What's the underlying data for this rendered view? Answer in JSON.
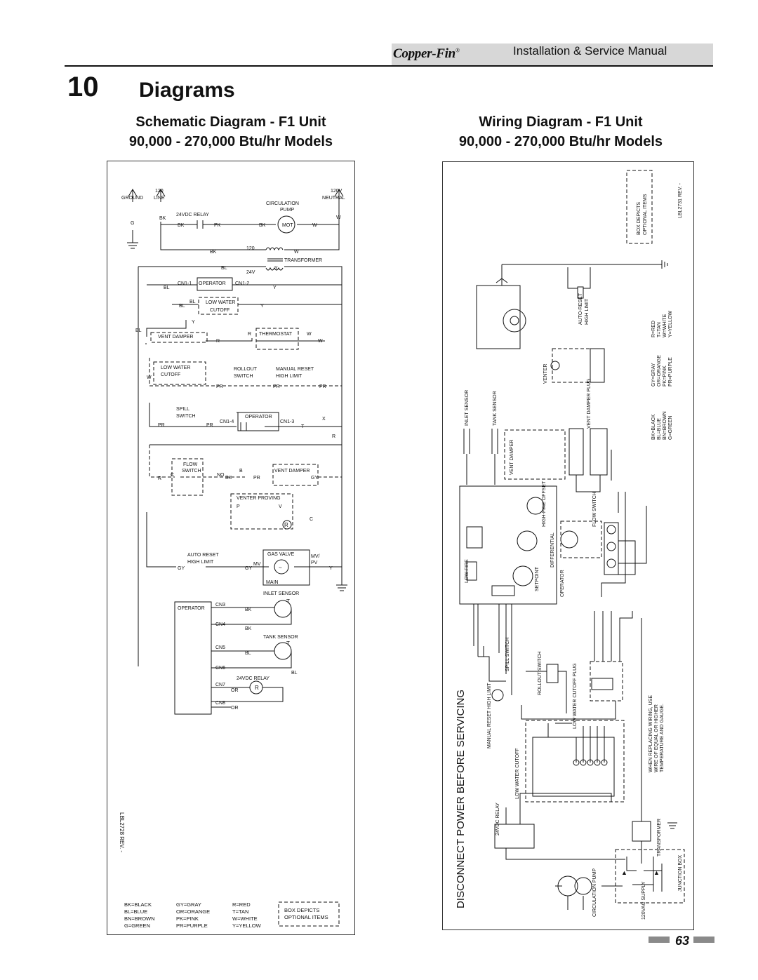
{
  "header": {
    "brand": "Copper-Fin",
    "brand_mark": "®",
    "manual_title": "Installation & Service Manual"
  },
  "section": {
    "number": "10",
    "title": "Diagrams"
  },
  "left": {
    "title_line1": "Schematic Diagram - F1 Unit",
    "title_line2": "90,000 - 270,000 Btu/hr Models",
    "label_id": "LBL2728 REV. -",
    "labels": {
      "v120": "120",
      "line": "LINE",
      "ground": "GROUND",
      "g": "G",
      "v120v": "120V",
      "neutral": "NEUTRAL",
      "circ_pump": "CIRCULATION",
      "pump": "PUMP",
      "relay": "24VDC RELAY",
      "mot": "MOT",
      "transformer": "TRANSFORMER",
      "v24": "24V",
      "operator": "OPERATOR",
      "cn1_1": "CN1-1",
      "cn1_2": "CN1-2",
      "low_water": "LOW WATER",
      "cutoff": "CUTOFF",
      "thermostat": "THERMOSTAT",
      "vent_damper": "VENT DAMPER",
      "rollout": "ROLLOUT",
      "switch": "SWITCH",
      "manual_reset": "MANUAL RESET",
      "high_limit": "HIGH LIMIT",
      "spill": "SPILL",
      "cn1_4": "CN1-4",
      "cn1_3": "CN1-3",
      "flow": "FLOW",
      "no": "NO",
      "venter_proving": "VENTER PROVING",
      "auto_reset": "AUTO RESET",
      "gas_valve": "GAS VALVE",
      "mv": "MV",
      "mvpv": "MV/",
      "pv": "PV",
      "main": "MAIN",
      "inlet_sensor": "INLET SENSOR",
      "tank_sensor": "TANK SENSOR",
      "cn3": "CN3",
      "cn4": "CN4",
      "cn5": "CN5",
      "cn6": "CN6",
      "cn7": "CN7",
      "cn8": "CN8"
    },
    "wires": {
      "bk": "BK",
      "pk": "PK",
      "w": "W",
      "bl": "BL",
      "y": "Y",
      "r": "R",
      "pr": "PR",
      "gy": "GY",
      "or": "OR",
      "x": "X",
      "c": "C",
      "t": "T",
      "p": "P",
      "v": "V",
      "b": "B"
    },
    "legend": [
      [
        "BK=BLACK",
        "GY=GRAY",
        "R=RED"
      ],
      [
        "BL=BLUE",
        "OR=ORANGE",
        "T=TAN"
      ],
      [
        "BN=BROWN",
        "PK=PINK",
        "W=WHITE"
      ],
      [
        "G=GREEN",
        "PR=PURPLE",
        "Y=YELLOW"
      ]
    ],
    "box_note": [
      "BOX DEPICTS",
      "OPTIONAL ITEMS"
    ]
  },
  "right": {
    "title_line1": "Wiring Diagram - F1 Unit",
    "title_line2": "90,000 - 270,000 Btu/hr Models",
    "label_id": "LBL2731 REV. -",
    "box_note": [
      "BOX DEPICTS",
      "OPTIONAL ITEMS"
    ],
    "legend": [
      "R=RED",
      "T=TAN",
      "W=WHITE",
      "Y=YELLOW",
      "GY=GRAY",
      "OR=ORANGE",
      "PK=PINK",
      "PR=PURPLE",
      "BK=BLACK",
      "BL=BLUE",
      "BN=BROWN",
      "G=GREEN"
    ],
    "warning": "DISCONNECT POWER BEFORE SERVICING",
    "replace_note": [
      "WHEN REPLACING WIRING, USE",
      "WIRE OF EQUAL OR HIGHER",
      "TEMPERATURE AND GAUGE."
    ],
    "labels": {
      "auto_reset": "AUTO-RESET",
      "high_limit": "HIGH LIMIT",
      "venter": "VENTER",
      "inlet_sensor": "INLET SENSOR",
      "tank_sensor": "TANK SENSOR",
      "vent_damper": "VENT DAMPER",
      "vent_damper_plug": "VENT DAMPER PLUG",
      "flow_switch": "FLOW SWITCH",
      "operator": "OPERATOR",
      "differential": "DIFFERENTIAL",
      "setpoint": "SETPOINT",
      "high_fire_offset": "HIGH-FIRE OFFSET",
      "spill_switch": "SPILL SWITCH",
      "rollout_switch": "ROLLOUT SWITCH",
      "low_water_plug": "LOW WATER CUTOFF PLUG",
      "manual_reset": "MANUAL RESET HIGH LIMIT",
      "low_water_cutoff": "LOW WATER CUTOFF",
      "relay": "24VDC RELAY",
      "transformer": "TRANSFORMER",
      "junction_box": "JUNCTION BOX",
      "supply": "120VAC SUPPLY",
      "circ_pump": "CIRCULATION PUMP",
      "low_fire": "LOW FIRE"
    }
  },
  "footer": {
    "page": "63"
  }
}
